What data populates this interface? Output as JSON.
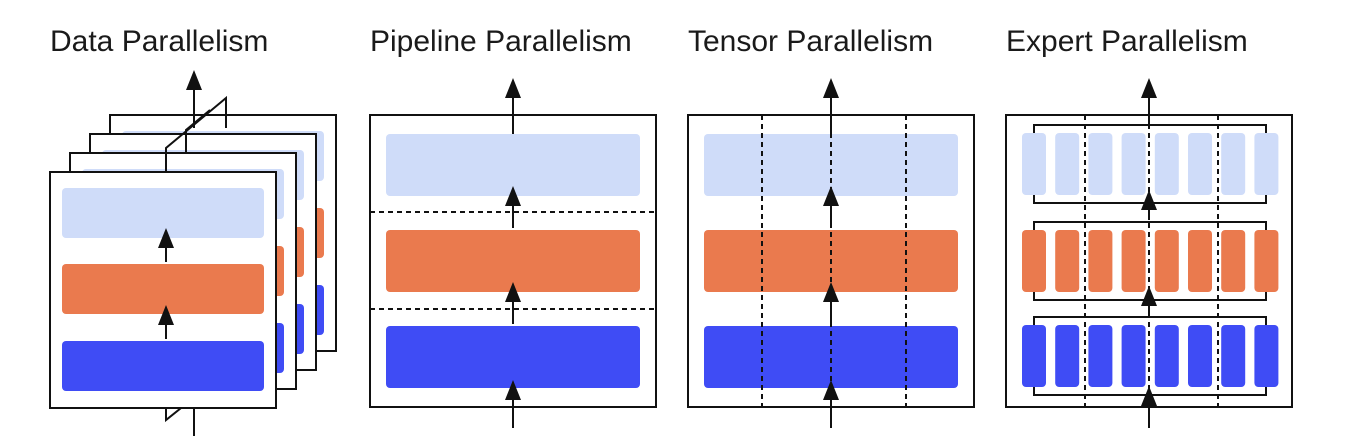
{
  "panels": [
    {
      "title": "Data Parallelism"
    },
    {
      "title": "Pipeline Parallelism"
    },
    {
      "title": "Tensor Parallelism"
    },
    {
      "title": "Expert Parallelism"
    }
  ],
  "colors": {
    "light_blue": "#cfdcf9",
    "orange": "#ea7a4e",
    "blue": "#3f4cf5",
    "stroke": "#111111",
    "text": "#1a1a1a"
  },
  "layers": [
    "light_blue",
    "orange",
    "blue"
  ],
  "data_parallel_replicas": 4,
  "pipeline_stages": 3,
  "tensor_shards": 3,
  "experts_per_layer": 8
}
